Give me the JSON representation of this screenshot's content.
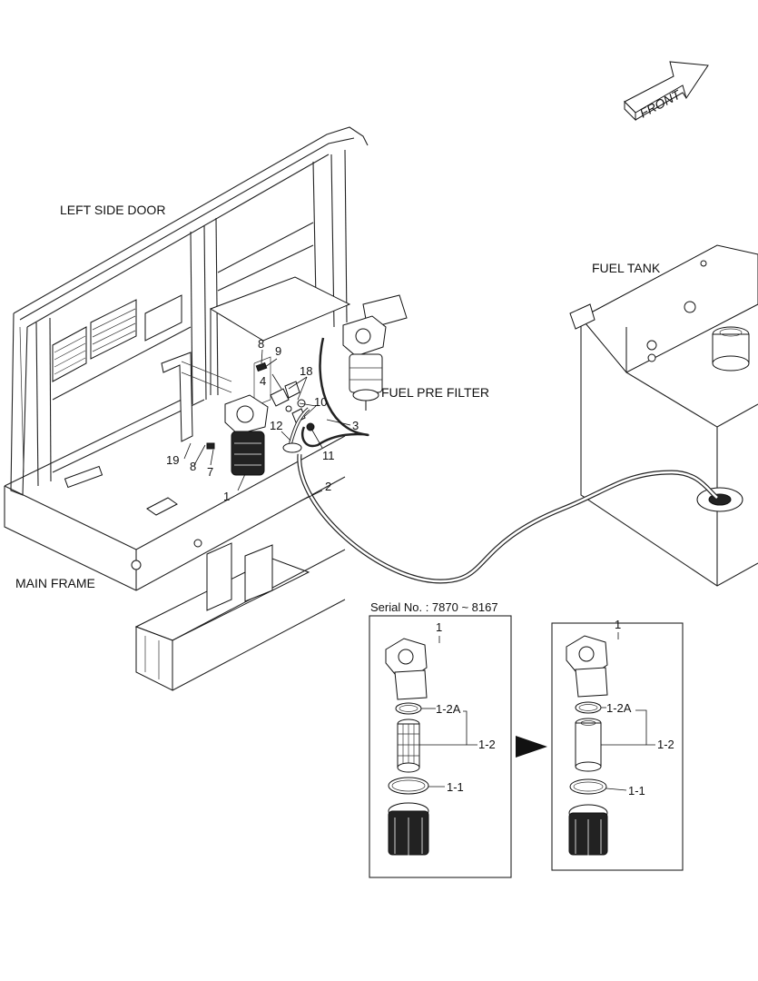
{
  "labels": {
    "front": "FRONT",
    "left_side_door": "LEFT SIDE DOOR",
    "fuel_tank": "FUEL TANK",
    "fuel_pre_filter": "FUEL PRE FILTER",
    "main_frame": "MAIN FRAME",
    "serial_no": "Serial No. : 7870 ~ 8167"
  },
  "callouts": {
    "c1": "1",
    "c2": "2",
    "c3": "3",
    "c4": "4",
    "c7": "7",
    "c8a": "8",
    "c8b": "8",
    "c9": "9",
    "c10": "10",
    "c11": "11",
    "c12": "12",
    "c18": "18",
    "c19": "19"
  },
  "detail_old": {
    "title": "1",
    "p12a": "1-2A",
    "p12": "1-2",
    "p11": "1-1"
  },
  "detail_new": {
    "title": "1",
    "p12a": "1-2A",
    "p12": "1-2",
    "p11": "1-1"
  }
}
